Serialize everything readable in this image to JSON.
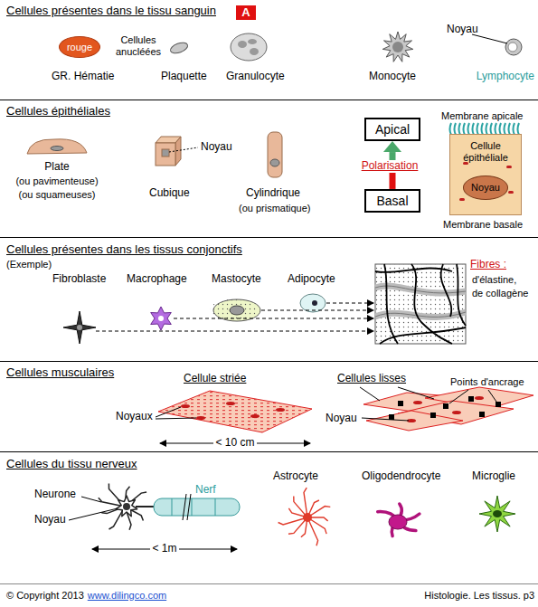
{
  "diagram": {
    "nodes": [
      {
        "text": [
          "A"
        ]
      },
      {
        "text": [
          "rouge"
        ]
      },
      {
        "text": [
          "Apical"
        ]
      },
      {
        "text": [
          "Basal"
        ]
      },
      {
        "text": [
          "Cellule épithéliale",
          "Noyau"
        ]
      }
    ],
    "edges": [
      {
        "from": 3,
        "to": 2,
        "arrow": "to"
      }
    ],
    "labels": [
      "Cellules présentes dans le tissu sanguin",
      "Cellules anucléées",
      "Noyau",
      "GR. Hématie",
      "Plaquette",
      "Granulocyte",
      "Monocyte",
      "Lymphocyte",
      "Cellules épithéliales",
      "Noyau",
      "Plate",
      "(ou pavimenteuse)",
      "(ou squameuses)",
      "Cubique",
      "Cylindrique",
      "(ou prismatique)",
      "Polarisation",
      "Membrane apicale",
      "Membrane basale",
      "Cellules présentes dans les tissus conjonctifs",
      "(Exemple)",
      "Fibroblaste",
      "Macrophage",
      "Mastocyte",
      "Adipocyte",
      "Fibres :",
      "d'élastine,",
      "de collagène",
      "Cellules musculaires",
      "Cellule striée",
      "Cellules lisses",
      "Points d'ancrage",
      "Noyaux",
      "< 10 cm",
      "Noyau",
      "Cellules du tissu nerveux",
      "Neurone",
      "Noyau",
      "Nerf",
      "< 1m",
      "Astrocyte",
      "Oligodendrocyte",
      "Microglie",
      "© Copyright 2013",
      "www.dilingco.com",
      "Histologie. Les tissus. p3"
    ]
  }
}
